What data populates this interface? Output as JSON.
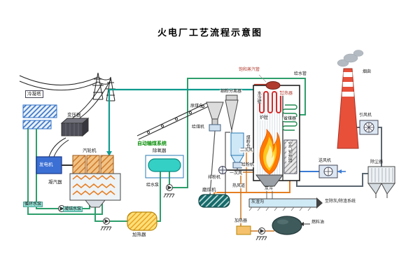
{
  "title": "火电厂工艺流程示意图",
  "electrical": {
    "cooling_tower": "冷凝塔",
    "transformer": "变压器",
    "generator": "发电机"
  },
  "turbine_hall": {
    "steam_turbine": "汽轮机",
    "condenser": "凝汽器",
    "circulating_water_pump": "循环水泵",
    "condensate_pump": "凝结水泵",
    "lp_heater": "加热器",
    "deaerator": "除氧器",
    "feed_water_pump": "给水泵"
  },
  "coal_system": {
    "system_label": "自动输煤系统",
    "raw_coal_bunker": "原煤仓",
    "coal_feeder": "给煤机",
    "fine_separator": "细粉分离器",
    "powder_bunker": "煤粉仓",
    "powder_feeder": "给粉机",
    "exhaust_fan": "排粉机",
    "coal_mill": "磨煤机",
    "primary_air": "一次风",
    "secondary_air": "二次风",
    "hot_air_duct": "热风道"
  },
  "boiler": {
    "saturated_steam_pipe": "饱和蒸汽管",
    "feed_water_pipe": "给水管",
    "superheater": "过热器",
    "water_wall": "水冷壁",
    "furnace": "炉膛",
    "economizer": "省煤器",
    "air_preheater": "空气预热器",
    "ash_hopper": "灰斗",
    "slag_trench": "灰渣沟"
  },
  "flue_gas": {
    "forced_draft_fan": "送风机",
    "induced_draft_fan": "引风机",
    "dust_collector": "除尘器",
    "chimney": "烟囱",
    "to_ash_removal": "至除灰/除渣系统"
  },
  "fuel_oil": {
    "tank": "燃料油",
    "heater": "加热器"
  },
  "colors": {
    "steam_pipe": "#0f9b8e",
    "water_pipe": "#2e9e6b",
    "hot_air": "#e67e22",
    "chimney": "#e8503a",
    "coal_label_green": "#0a8f0a"
  }
}
